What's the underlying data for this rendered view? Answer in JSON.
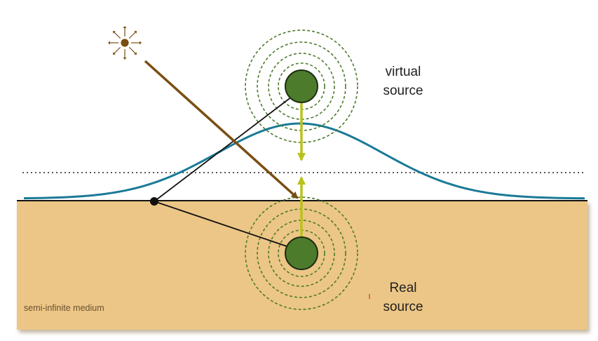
{
  "labels": {
    "virtual_source": [
      "virtual",
      "source"
    ],
    "real_source": [
      "Real",
      "source"
    ],
    "medium": "semi-infinite medium"
  },
  "colors": {
    "medium_fill": "#ecc686",
    "medium_shadow": "#bfa06a",
    "source_fill": "#4d7b2c",
    "source_stroke": "#1d2e10",
    "ring_stroke": "#4d7b2c",
    "gaussian": "#1a7a96",
    "beam": "#7a4e12",
    "image_link": "#b9c21b",
    "boundary": "#111111",
    "extrapolated_boundary": "#222222"
  },
  "icons": {
    "light_source": "sun-burst-icon"
  }
}
